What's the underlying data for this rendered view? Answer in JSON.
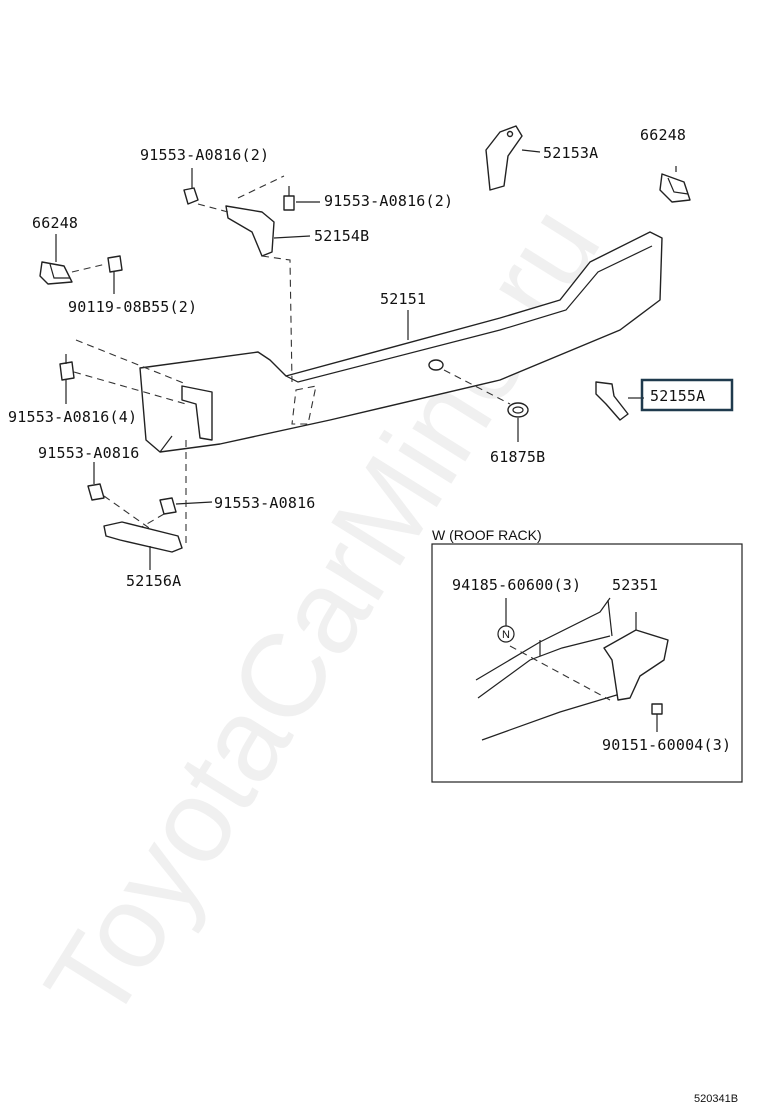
{
  "watermark": "ToyotaCarMine.ru",
  "diagram_code": "520341B",
  "inset": {
    "title": "W (ROOF RACK)",
    "badge": "N"
  },
  "labels": {
    "bolt_top_left": "91553-A0816(2)",
    "bolt_top_right": "91553-A0816(2)",
    "bracket_upper": "52153A",
    "bracket_mid": "52154B",
    "clip_top_right": "66248",
    "clip_left": "66248",
    "screw_left": "90119-08B55(2)",
    "bumper_cover": "52151",
    "bracket_right_highlight": "52155A",
    "bolt_left_4": "91553-A0816(4)",
    "bolt_left_single": "91553-A0816",
    "bolt_lower_single": "91553-A0816",
    "grommet": "61875B",
    "bracket_lower": "52156A",
    "rivet_inset": "94185-60600(3)",
    "bracket_inset": "52351",
    "screw_inset": "90151-60004(3)"
  }
}
